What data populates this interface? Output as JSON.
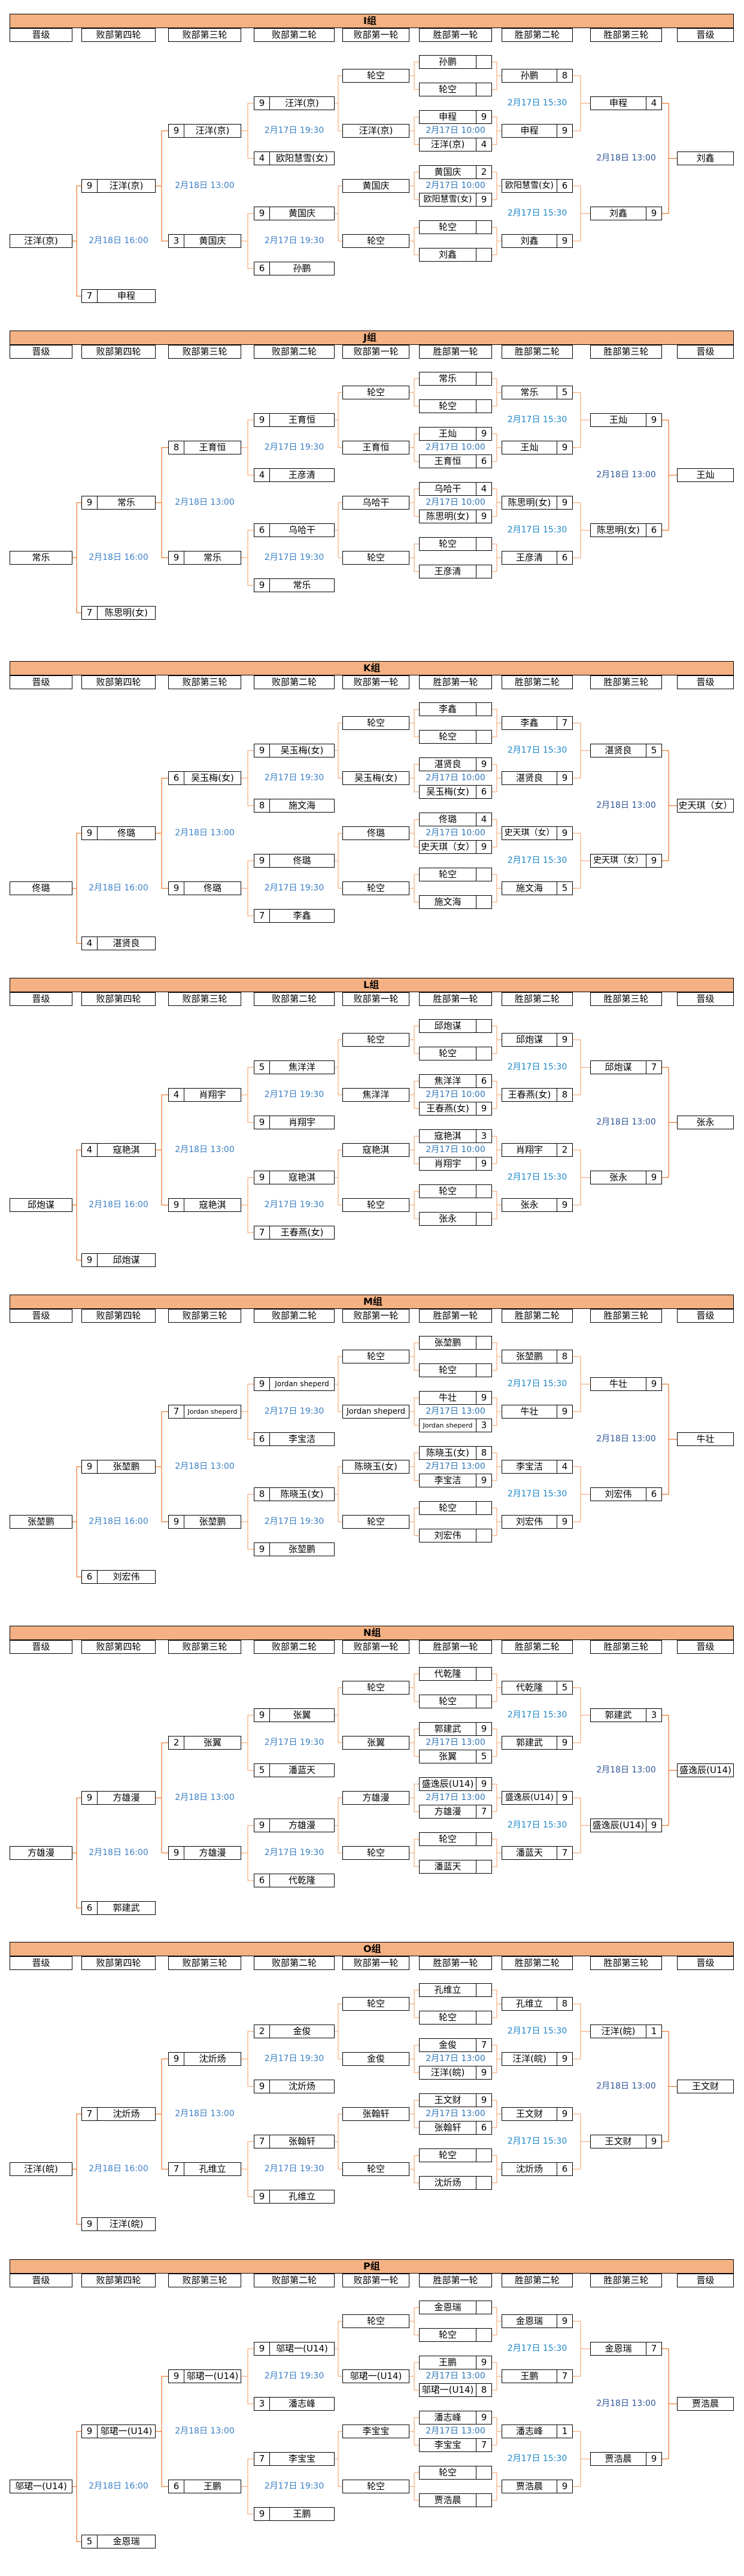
{
  "columns": [
    "晋级",
    "败部第四轮",
    "败部第三轮",
    "败部第二轮",
    "败部第一轮",
    "胜部第一轮",
    "胜部第二轮",
    "胜部第三轮",
    "晋级"
  ],
  "colors": {
    "header_bg": "#f4b183",
    "line_light": "#f4b183",
    "line_dark": "#ed7d31",
    "date_r1": "#2e75b6",
    "date_r2": "#1b87c9",
    "date_final": "#2f5597",
    "date_losers": "#3a7fc6"
  },
  "groups": [
    {
      "title": "I组",
      "winners_r1": [
        [
          "孙鹏",
          ""
        ],
        [
          "轮空",
          ""
        ],
        [
          "申程",
          "9"
        ],
        [
          "汪洋(京)",
          "4"
        ],
        [
          "黄国庆",
          "2"
        ],
        [
          "欧阳慧雪(女)",
          "9"
        ],
        [
          "轮空",
          ""
        ],
        [
          "刘鑫",
          ""
        ]
      ],
      "winners_r1_dates": [
        "",
        "2月17日 10:00",
        "2月17日 10:00",
        ""
      ],
      "winners_r2": [
        [
          "孙鹏",
          "8"
        ],
        [
          "申程",
          "9"
        ],
        [
          "欧阳慧雪(女)",
          "6"
        ],
        [
          "刘鑫",
          "9"
        ]
      ],
      "winners_r2_dates": [
        "2月17日 15:30",
        "2月17日 15:30"
      ],
      "winners_r3": [
        [
          "申程",
          "4"
        ],
        [
          "刘鑫",
          "9"
        ]
      ],
      "winners_r3_date": "2月18日 13:00",
      "winners_qualifier": "刘鑫",
      "losers_r1": [
        "轮空",
        "汪洋(京)",
        "黄国庆",
        "轮空"
      ],
      "losers_r2": [
        [
          "汪洋(京)",
          "9"
        ],
        [
          "欧阳慧雪(女)",
          "4"
        ],
        [
          "黄国庆",
          "9"
        ],
        [
          "孙鹏",
          "6"
        ]
      ],
      "losers_r2_dates": [
        "2月17日 19:30",
        "2月17日 19:30"
      ],
      "losers_r3": [
        [
          "汪洋(京)",
          "9"
        ],
        [
          "黄国庆",
          "3"
        ]
      ],
      "losers_r3_date": "2月18日 13:00",
      "losers_r4": [
        [
          "汪洋(京)",
          "9"
        ],
        [
          "申程",
          "7"
        ]
      ],
      "losers_r4_date": "2月18日 16:00",
      "losers_qualifier": "汪洋(京)"
    },
    {
      "title": "J组",
      "winners_r1": [
        [
          "常乐",
          ""
        ],
        [
          "轮空",
          ""
        ],
        [
          "王灿",
          "9"
        ],
        [
          "王育恒",
          "6"
        ],
        [
          "乌哈干",
          "4"
        ],
        [
          "陈思明(女)",
          "9"
        ],
        [
          "轮空",
          ""
        ],
        [
          "王彦清",
          ""
        ]
      ],
      "winners_r1_dates": [
        "",
        "2月17日 10:00",
        "2月17日 10:00",
        ""
      ],
      "winners_r2": [
        [
          "常乐",
          "5"
        ],
        [
          "王灿",
          "9"
        ],
        [
          "陈思明(女)",
          "9"
        ],
        [
          "王彦清",
          "6"
        ]
      ],
      "winners_r2_dates": [
        "2月17日 15:30",
        "2月17日 15:30"
      ],
      "winners_r3": [
        [
          "王灿",
          "9"
        ],
        [
          "陈思明(女)",
          "6"
        ]
      ],
      "winners_r3_date": "2月18日 13:00",
      "winners_qualifier": "王灿",
      "losers_r1": [
        "轮空",
        "王育恒",
        "乌哈干",
        "轮空"
      ],
      "losers_r2": [
        [
          "王育恒",
          "9"
        ],
        [
          "王彦清",
          "4"
        ],
        [
          "乌哈干",
          "6"
        ],
        [
          "常乐",
          "9"
        ]
      ],
      "losers_r2_dates": [
        "2月17日 19:30",
        "2月17日 19:30"
      ],
      "losers_r3": [
        [
          "王育恒",
          "8"
        ],
        [
          "常乐",
          "9"
        ]
      ],
      "losers_r3_date": "2月18日 13:00",
      "losers_r4": [
        [
          "常乐",
          "9"
        ],
        [
          "陈思明(女)",
          "7"
        ]
      ],
      "losers_r4_date": "2月18日 16:00",
      "losers_qualifier": "常乐"
    },
    {
      "title": "K组",
      "winners_r1": [
        [
          "李鑫",
          ""
        ],
        [
          "轮空",
          ""
        ],
        [
          "湛贤良",
          "9"
        ],
        [
          "吴玉梅(女)",
          "6"
        ],
        [
          "佟璐",
          "4"
        ],
        [
          "史天琪（女）",
          "9"
        ],
        [
          "轮空",
          ""
        ],
        [
          "施文海",
          ""
        ]
      ],
      "winners_r1_dates": [
        "",
        "2月17日 10:00",
        "2月17日 10:00",
        ""
      ],
      "winners_r2": [
        [
          "李鑫",
          "7"
        ],
        [
          "湛贤良",
          "9"
        ],
        [
          "史天琪（女）",
          "9"
        ],
        [
          "施文海",
          "5"
        ]
      ],
      "winners_r2_dates": [
        "2月17日 15:30",
        "2月17日 15:30"
      ],
      "winners_r3": [
        [
          "湛贤良",
          "5"
        ],
        [
          "史天琪（女）",
          "9"
        ]
      ],
      "winners_r3_date": "2月18日 13:00",
      "winners_qualifier": "史天琪（女）",
      "losers_r1": [
        "轮空",
        "吴玉梅(女)",
        "佟璐",
        "轮空"
      ],
      "losers_r2": [
        [
          "吴玉梅(女)",
          "9"
        ],
        [
          "施文海",
          "8"
        ],
        [
          "佟璐",
          "9"
        ],
        [
          "李鑫",
          "7"
        ]
      ],
      "losers_r2_dates": [
        "2月17日 19:30",
        "2月17日 19:30"
      ],
      "losers_r3": [
        [
          "吴玉梅(女)",
          "6"
        ],
        [
          "佟璐",
          "9"
        ]
      ],
      "losers_r3_date": "2月18日 13:00",
      "losers_r4": [
        [
          "佟璐",
          "9"
        ],
        [
          "湛贤良",
          "4"
        ]
      ],
      "losers_r4_date": "2月18日 16:00",
      "losers_qualifier": "佟璐"
    },
    {
      "title": "L组",
      "winners_r1": [
        [
          "邱炮谋",
          ""
        ],
        [
          "轮空",
          ""
        ],
        [
          "焦洋洋",
          "6"
        ],
        [
          "王春燕(女)",
          "9"
        ],
        [
          "寇艳淇",
          "3"
        ],
        [
          "肖翔宇",
          "9"
        ],
        [
          "轮空",
          ""
        ],
        [
          "张永",
          ""
        ]
      ],
      "winners_r1_dates": [
        "",
        "2月17日 10:00",
        "2月17日 10:00",
        ""
      ],
      "winners_r2": [
        [
          "邱炮谋",
          "9"
        ],
        [
          "王春燕(女)",
          "8"
        ],
        [
          "肖翔宇",
          "2"
        ],
        [
          "张永",
          "9"
        ]
      ],
      "winners_r2_dates": [
        "2月17日 15:30",
        "2月17日 15:30"
      ],
      "winners_r3": [
        [
          "邱炮谋",
          "7"
        ],
        [
          "张永",
          "9"
        ]
      ],
      "winners_r3_date": "2月18日 13:00",
      "winners_qualifier": "张永",
      "losers_r1": [
        "轮空",
        "焦洋洋",
        "寇艳淇",
        "轮空"
      ],
      "losers_r2": [
        [
          "焦洋洋",
          "5"
        ],
        [
          "肖翔宇",
          "9"
        ],
        [
          "寇艳淇",
          "9"
        ],
        [
          "王春燕(女)",
          "7"
        ]
      ],
      "losers_r2_dates": [
        "2月17日 19:30",
        "2月17日 19:30"
      ],
      "losers_r3": [
        [
          "肖翔宇",
          "4"
        ],
        [
          "寇艳淇",
          "9"
        ]
      ],
      "losers_r3_date": "2月18日 13:00",
      "losers_r4": [
        [
          "寇艳淇",
          "4"
        ],
        [
          "邱炮谋",
          "9"
        ]
      ],
      "losers_r4_date": "2月18日 16:00",
      "losers_qualifier": "邱炮谋"
    },
    {
      "title": "M组",
      "winners_r1": [
        [
          "张堃鹏",
          ""
        ],
        [
          "轮空",
          ""
        ],
        [
          "牛壮",
          "9"
        ],
        [
          "Jordan sheperd",
          "3"
        ],
        [
          "陈晓玉(女)",
          "8"
        ],
        [
          "李宝洁",
          "9"
        ],
        [
          "轮空",
          ""
        ],
        [
          "刘宏伟",
          ""
        ]
      ],
      "winners_r1_dates": [
        "",
        "2月17日 13:00",
        "2月17日 13:00",
        ""
      ],
      "winners_r2": [
        [
          "张堃鹏",
          "8"
        ],
        [
          "牛壮",
          "9"
        ],
        [
          "李宝洁",
          "4"
        ],
        [
          "刘宏伟",
          "9"
        ]
      ],
      "winners_r2_dates": [
        "2月17日 15:30",
        "2月17日 15:30"
      ],
      "winners_r3": [
        [
          "牛壮",
          "9"
        ],
        [
          "刘宏伟",
          "6"
        ]
      ],
      "winners_r3_date": "2月18日 13:00",
      "winners_qualifier": "牛壮",
      "losers_r1": [
        "轮空",
        "Jordan sheperd",
        "陈晓玉(女)",
        "轮空"
      ],
      "losers_r2": [
        [
          "Jordan sheperd",
          "9"
        ],
        [
          "李宝洁",
          "6"
        ],
        [
          "陈晓玉(女)",
          "8"
        ],
        [
          "张堃鹏",
          "9"
        ]
      ],
      "losers_r2_dates": [
        "2月17日 19:30",
        "2月17日 19:30"
      ],
      "losers_r3": [
        [
          "Jordan sheperd",
          "7"
        ],
        [
          "张堃鹏",
          "9"
        ]
      ],
      "losers_r3_date": "2月18日 13:00",
      "losers_r4": [
        [
          "张堃鹏",
          "9"
        ],
        [
          "刘宏伟",
          "6"
        ]
      ],
      "losers_r4_date": "2月18日 16:00",
      "losers_qualifier": "张堃鹏"
    },
    {
      "title": "N组",
      "winners_r1": [
        [
          "代乾隆",
          ""
        ],
        [
          "轮空",
          ""
        ],
        [
          "郭建武",
          "9"
        ],
        [
          "张翼",
          "5"
        ],
        [
          "盛逸辰(U14)",
          "9"
        ],
        [
          "方雄漫",
          "7"
        ],
        [
          "轮空",
          ""
        ],
        [
          "潘蓝天",
          ""
        ]
      ],
      "winners_r1_dates": [
        "",
        "2月17日 13:00",
        "2月17日 13:00",
        ""
      ],
      "winners_r2": [
        [
          "代乾隆",
          "5"
        ],
        [
          "郭建武",
          "9"
        ],
        [
          "盛逸辰(U14)",
          "9"
        ],
        [
          "潘蓝天",
          "7"
        ]
      ],
      "winners_r2_dates": [
        "2月17日 15:30",
        "2月17日 15:30"
      ],
      "winners_r3": [
        [
          "郭建武",
          "3"
        ],
        [
          "盛逸辰(U14)",
          "9"
        ]
      ],
      "winners_r3_date": "2月18日 13:00",
      "winners_qualifier": "盛逸辰(U14)",
      "losers_r1": [
        "轮空",
        "张翼",
        "方雄漫",
        "轮空"
      ],
      "losers_r2": [
        [
          "张翼",
          "9"
        ],
        [
          "潘蓝天",
          "5"
        ],
        [
          "方雄漫",
          "9"
        ],
        [
          "代乾隆",
          "6"
        ]
      ],
      "losers_r2_dates": [
        "2月17日 19:30",
        "2月17日 19:30"
      ],
      "losers_r3": [
        [
          "张翼",
          "2"
        ],
        [
          "方雄漫",
          "9"
        ]
      ],
      "losers_r3_date": "2月18日 13:00",
      "losers_r4": [
        [
          "方雄漫",
          "9"
        ],
        [
          "郭建武",
          "6"
        ]
      ],
      "losers_r4_date": "2月18日 16:00",
      "losers_qualifier": "方雄漫"
    },
    {
      "title": "O组",
      "winners_r1": [
        [
          "孔维立",
          ""
        ],
        [
          "轮空",
          ""
        ],
        [
          "金俊",
          "7"
        ],
        [
          "汪洋(皖)",
          "9"
        ],
        [
          "王文财",
          "9"
        ],
        [
          "张翰轩",
          "6"
        ],
        [
          "轮空",
          ""
        ],
        [
          "沈炘炀",
          ""
        ]
      ],
      "winners_r1_dates": [
        "",
        "2月17日 13:00",
        "2月17日 13:00",
        ""
      ],
      "winners_r2": [
        [
          "孔维立",
          "8"
        ],
        [
          "汪洋(皖)",
          "9"
        ],
        [
          "王文财",
          "9"
        ],
        [
          "沈炘炀",
          "6"
        ]
      ],
      "winners_r2_dates": [
        "2月17日 15:30",
        "2月17日 15:30"
      ],
      "winners_r3": [
        [
          "汪洋(皖)",
          "1"
        ],
        [
          "王文财",
          "9"
        ]
      ],
      "winners_r3_date": "2月18日 13:00",
      "winners_qualifier": "王文财",
      "losers_r1": [
        "轮空",
        "金俊",
        "张翰轩",
        "轮空"
      ],
      "losers_r2": [
        [
          "金俊",
          "2"
        ],
        [
          "沈炘炀",
          "9"
        ],
        [
          "张翰轩",
          "7"
        ],
        [
          "孔维立",
          "9"
        ]
      ],
      "losers_r2_dates": [
        "2月17日 19:30",
        "2月17日 19:30"
      ],
      "losers_r3": [
        [
          "沈炘炀",
          "9"
        ],
        [
          "孔维立",
          "7"
        ]
      ],
      "losers_r3_date": "2月18日 13:00",
      "losers_r4": [
        [
          "沈炘炀",
          "7"
        ],
        [
          "汪洋(皖)",
          "9"
        ]
      ],
      "losers_r4_date": "2月18日 16:00",
      "losers_qualifier": "汪洋(皖)"
    },
    {
      "title": "P组",
      "winners_r1": [
        [
          "金恩瑞",
          ""
        ],
        [
          "轮空",
          ""
        ],
        [
          "王鹏",
          "9"
        ],
        [
          "邬珺一(U14)",
          "8"
        ],
        [
          "潘志峰",
          "9"
        ],
        [
          "李宝宝",
          "7"
        ],
        [
          "轮空",
          ""
        ],
        [
          "贾浩晨",
          ""
        ]
      ],
      "winners_r1_dates": [
        "",
        "2月17日 13:00",
        "2月17日 13:00",
        ""
      ],
      "winners_r2": [
        [
          "金恩瑞",
          "9"
        ],
        [
          "王鹏",
          "7"
        ],
        [
          "潘志峰",
          "1"
        ],
        [
          "贾浩晨",
          "9"
        ]
      ],
      "winners_r2_dates": [
        "2月17日 15:30",
        "2月17日 15:30"
      ],
      "winners_r3": [
        [
          "金恩瑞",
          "7"
        ],
        [
          "贾浩晨",
          "9"
        ]
      ],
      "winners_r3_date": "2月18日 13:00",
      "winners_qualifier": "贾浩晨",
      "losers_r1": [
        "轮空",
        "邬珺一(U14)",
        "李宝宝",
        "轮空"
      ],
      "losers_r2": [
        [
          "邬珺一(U14)",
          "9"
        ],
        [
          "潘志峰",
          "3"
        ],
        [
          "李宝宝",
          "7"
        ],
        [
          "王鹏",
          "9"
        ]
      ],
      "losers_r2_dates": [
        "2月17日 19:30",
        "2月17日 19:30"
      ],
      "losers_r3": [
        [
          "邬珺一(U14)",
          "9"
        ],
        [
          "王鹏",
          "6"
        ]
      ],
      "losers_r3_date": "2月18日 13:00",
      "losers_r4": [
        [
          "邬珺一(U14)",
          "9"
        ],
        [
          "金恩瑞",
          "5"
        ]
      ],
      "losers_r4_date": "2月18日 16:00",
      "losers_qualifier": "邬珺一(U14)"
    }
  ]
}
